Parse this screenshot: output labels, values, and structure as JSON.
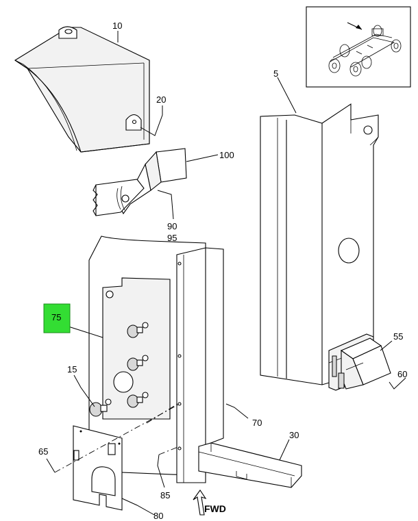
{
  "labels": {
    "p10": "10",
    "p20": "20",
    "p100": "100",
    "p90": "90",
    "p95": "95",
    "p5": "5",
    "p75": "75",
    "p15": "15",
    "p55": "55",
    "p60": "60",
    "p70": "70",
    "p30": "30",
    "p65": "65",
    "p85": "85",
    "p80": "80"
  },
  "direction": {
    "text": "FWD"
  },
  "colors": {
    "highlight": "#33dd33",
    "line": "#000000",
    "background": "#ffffff"
  }
}
